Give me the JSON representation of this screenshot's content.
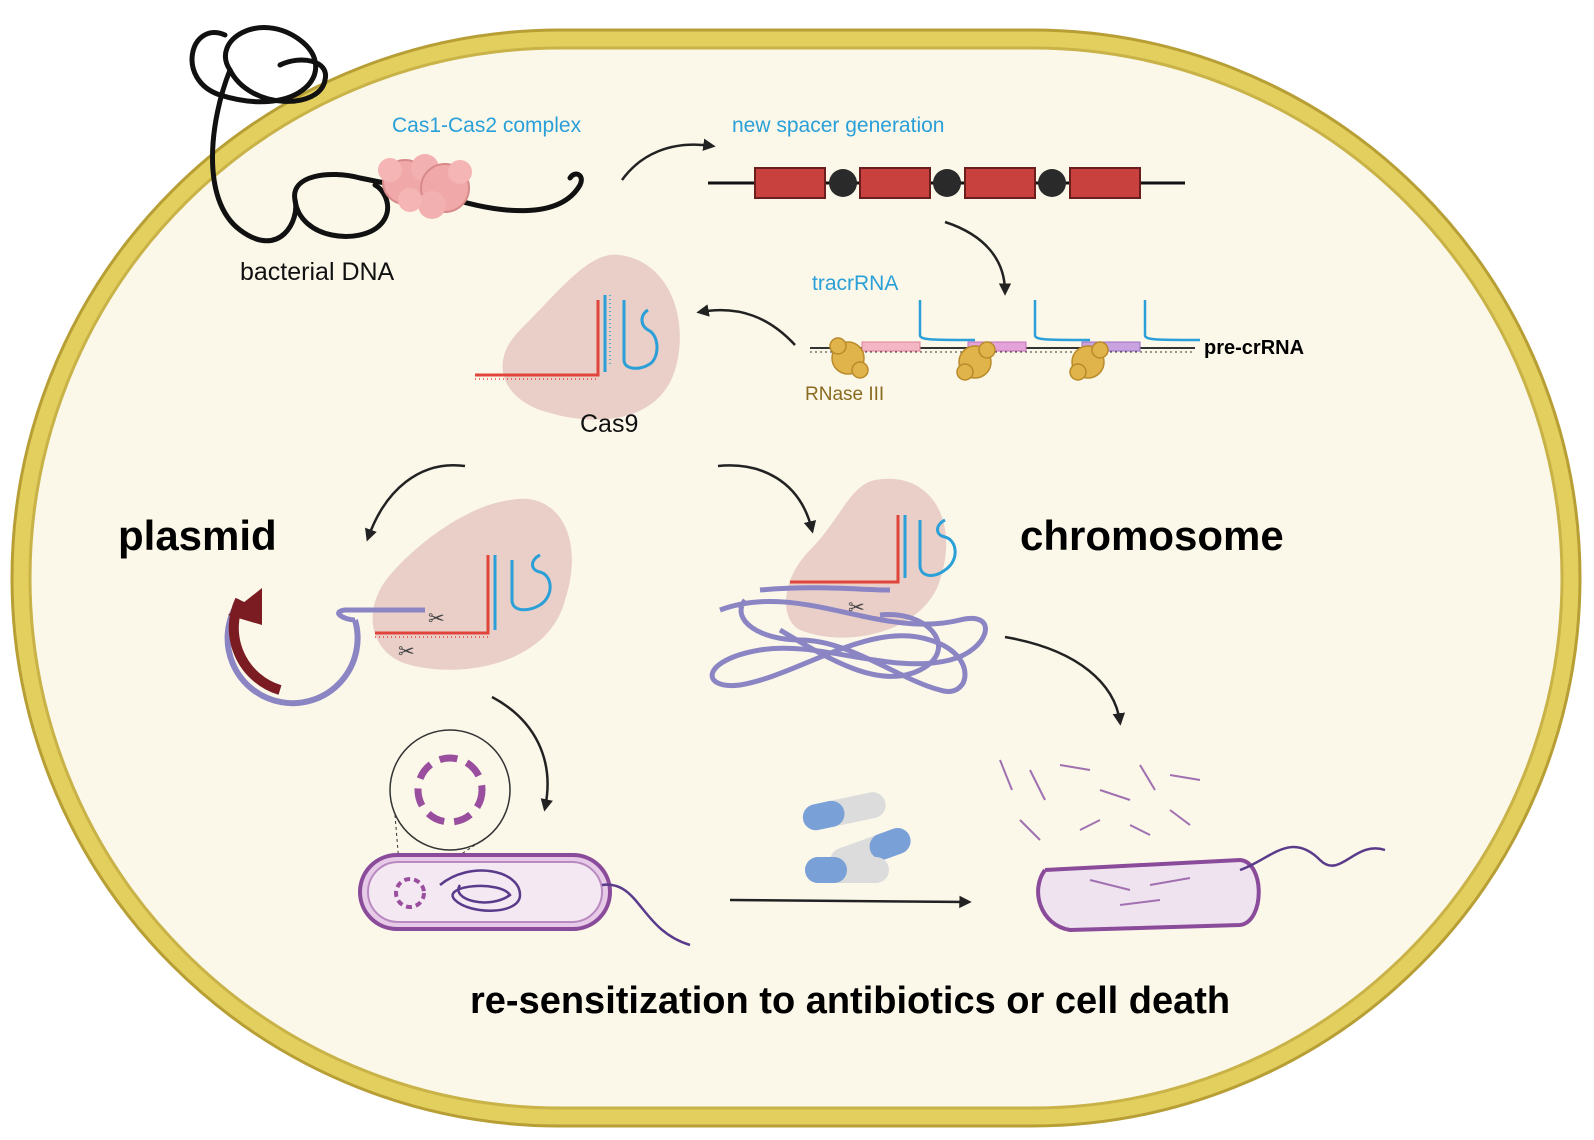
{
  "labels": {
    "cas_complex": "Cas1-Cas2 complex",
    "new_spacer": "new spacer generation",
    "bacterial_dna": "bacterial DNA",
    "tracrrna": "tracrRNA",
    "pre_crrna": "pre-crRNA",
    "rnase": "RNase III",
    "cas9": "Cas9",
    "plasmid": "plasmid",
    "chromosome": "chromosome",
    "outcome": "re-sensitization to antibiotics or cell death"
  },
  "colors": {
    "cell_wall": "#e2cf5e",
    "cytoplasm": "#fbf8ea",
    "label_blue": "#2a9fd8",
    "repeat_red": "#c9413f",
    "cas9_protein": "#e9cfc8",
    "dna_purple": "#8b85c4",
    "rnase_yellow": "#e0b44a",
    "resistance_gene": "#7a1c22"
  }
}
